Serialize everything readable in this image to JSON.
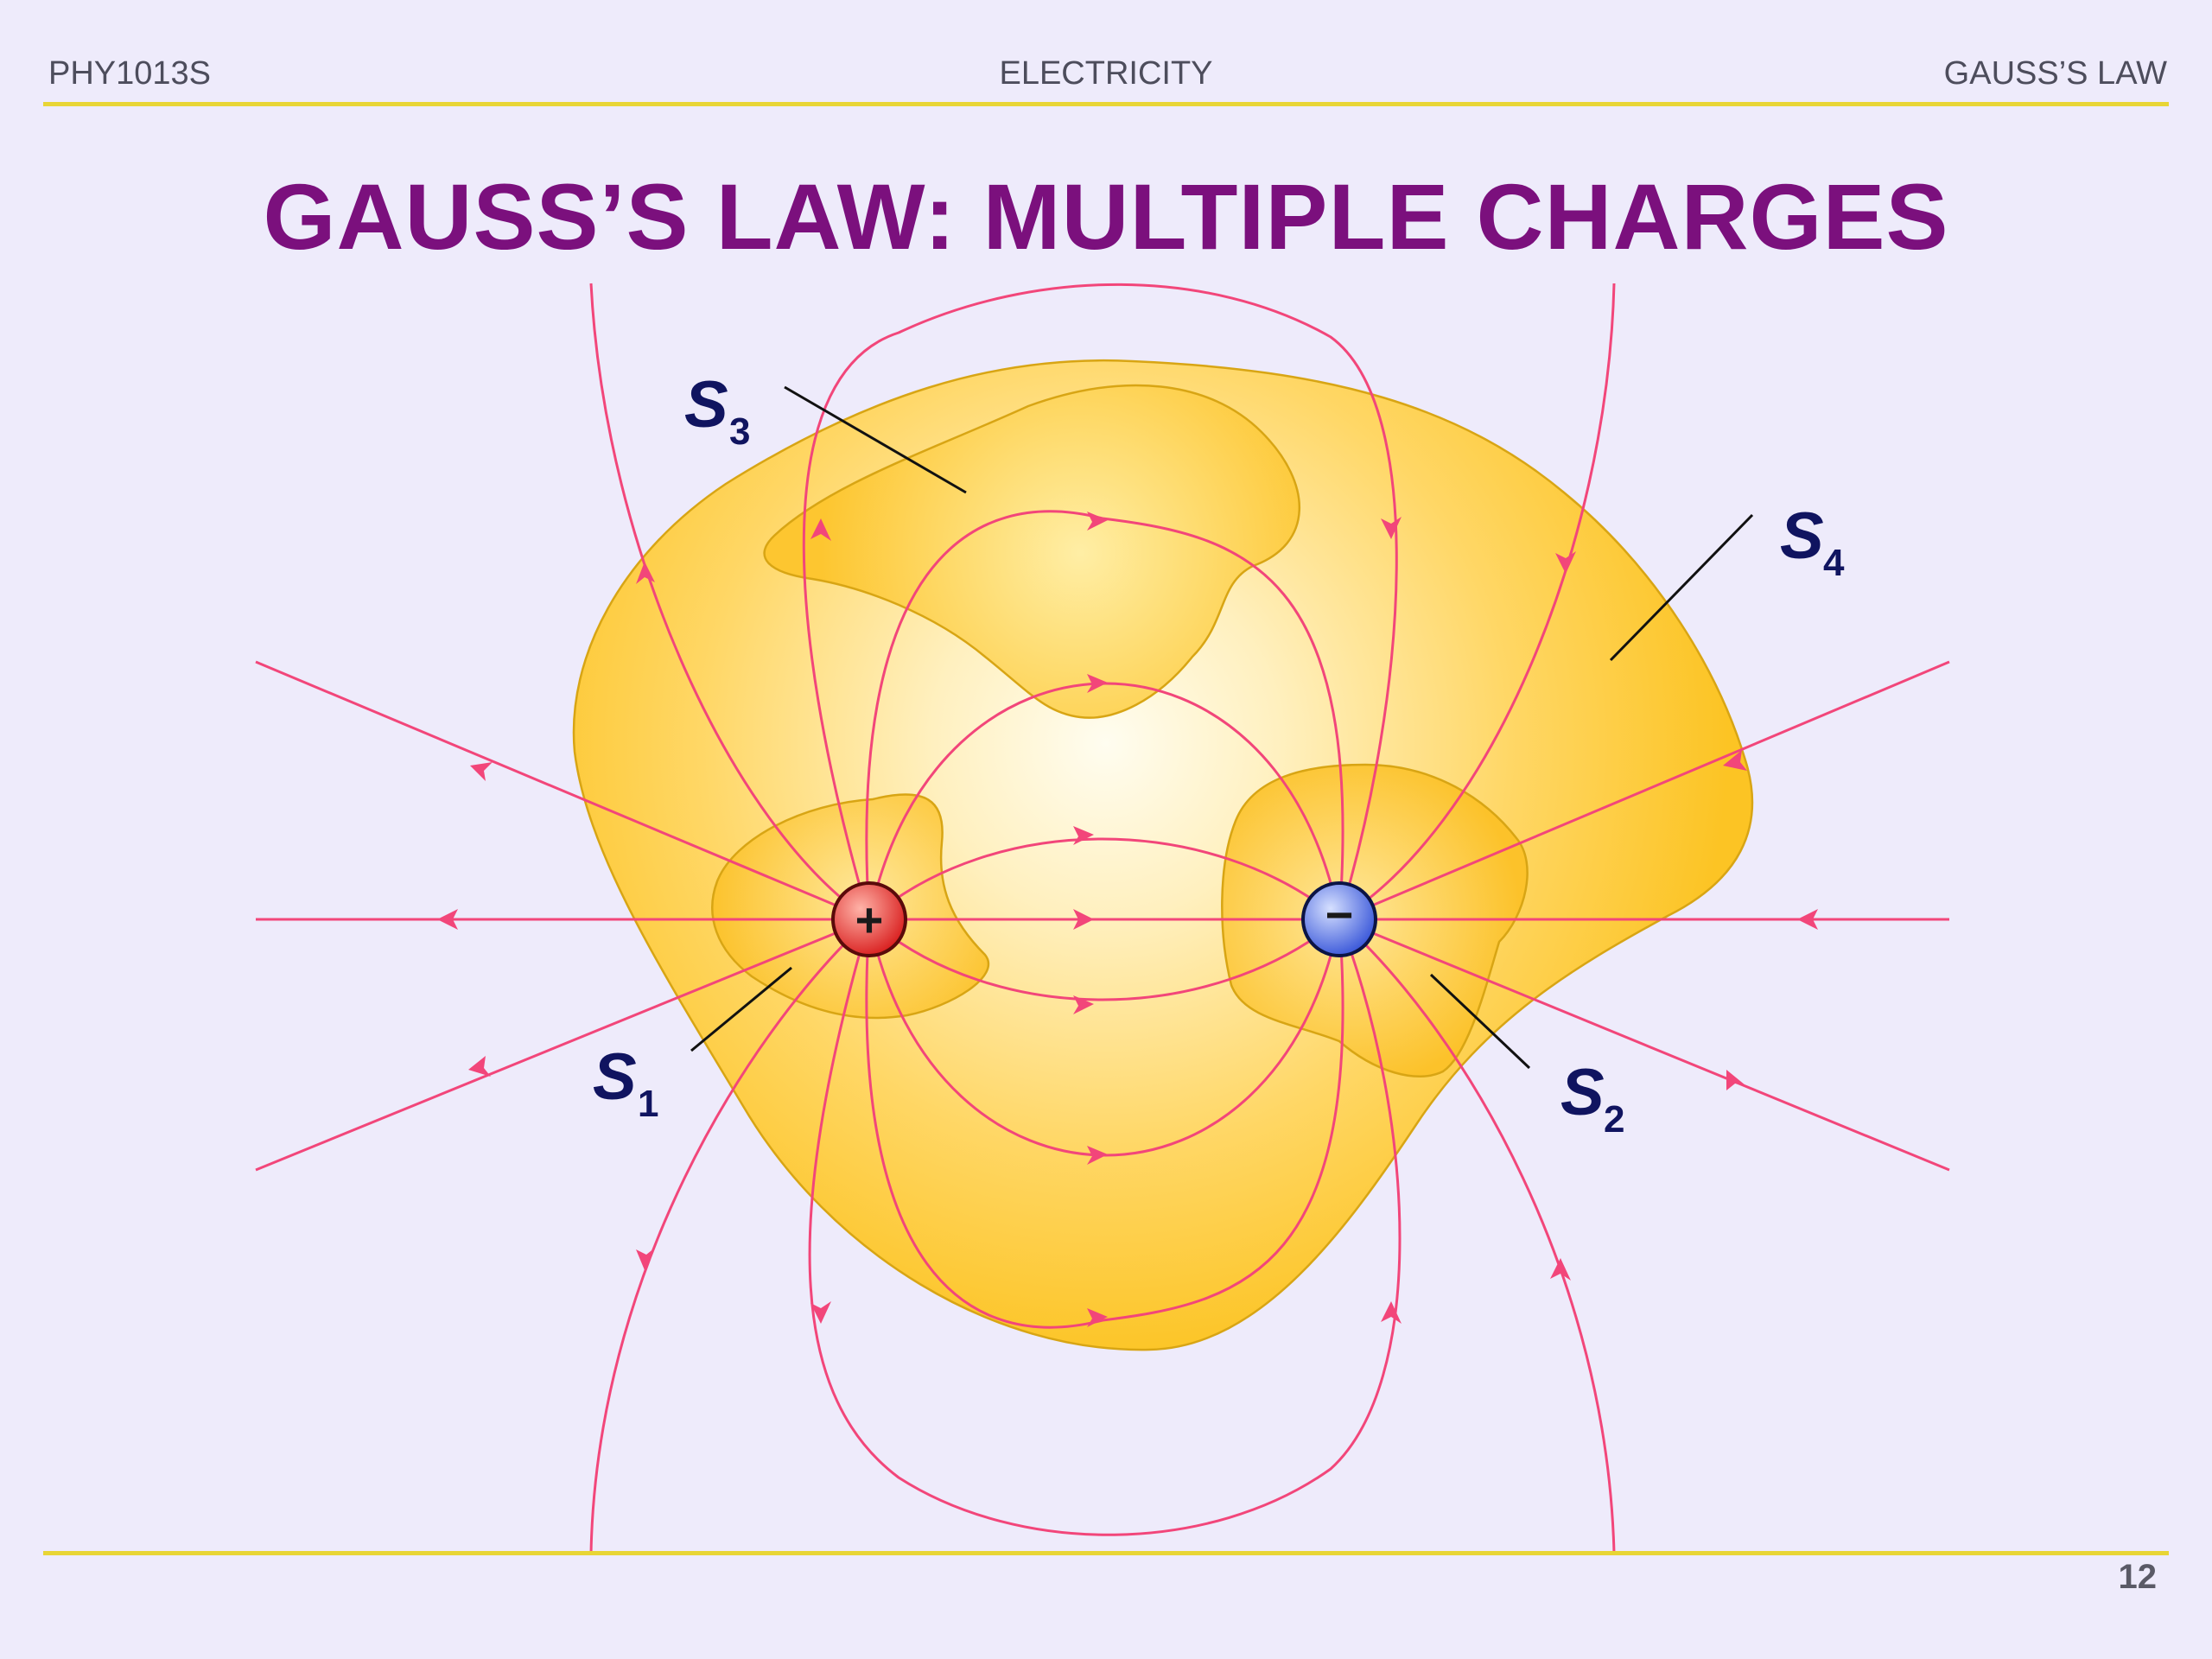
{
  "header": {
    "course": "PHY1013S",
    "subject": "ELECTRICITY",
    "topic": "GAUSS’S LAW"
  },
  "title": "GAUSS’S LAW: MULTIPLE CHARGES",
  "page_number": "12",
  "diagram": {
    "charges": [
      {
        "sign": "+",
        "color": "#e4332f"
      },
      {
        "sign": "−",
        "color": "#4d6fe0"
      }
    ],
    "surfaces": [
      {
        "letter": "S",
        "index": "1"
      },
      {
        "letter": "S",
        "index": "2"
      },
      {
        "letter": "S",
        "index": "3"
      },
      {
        "letter": "S",
        "index": "4"
      }
    ],
    "colors": {
      "field_lines": "#f2467a",
      "surface_fill": "#fdc72e",
      "label": "#101460",
      "title": "#7b107d",
      "rule": "#e8d535"
    }
  }
}
